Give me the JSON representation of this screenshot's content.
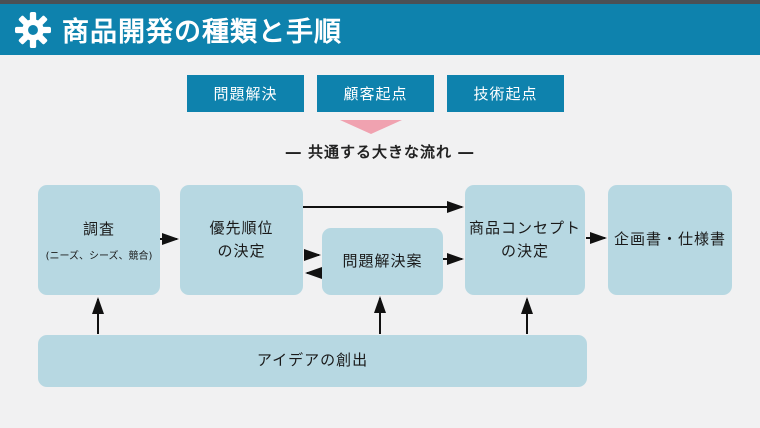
{
  "header": {
    "title": "商品開発の種類と手順",
    "icon": "gear-icon",
    "bar_color": "#0e82ad",
    "top_strip_color": "#4b5055"
  },
  "type_buttons": [
    {
      "label": "問題解決"
    },
    {
      "label": "顧客起点"
    },
    {
      "label": "技術起点"
    }
  ],
  "flow_intro": {
    "label": "― 共通する大きな流れ ―",
    "triangle_color": "#f0a2b0"
  },
  "diagram": {
    "box_color": "#b7d8e2",
    "arrow_color": "#111111",
    "boxes": {
      "survey": {
        "title": "調査",
        "subtitle": "(ニーズ、シーズ、競合)"
      },
      "priority": {
        "title": "優先順位\nの決定"
      },
      "solution": {
        "title": "問題解決案"
      },
      "concept": {
        "title": "商品コンセプト\nの決定"
      },
      "document": {
        "title": "企画書・仕様書"
      },
      "idea": {
        "title": "アイデアの創出"
      }
    }
  }
}
